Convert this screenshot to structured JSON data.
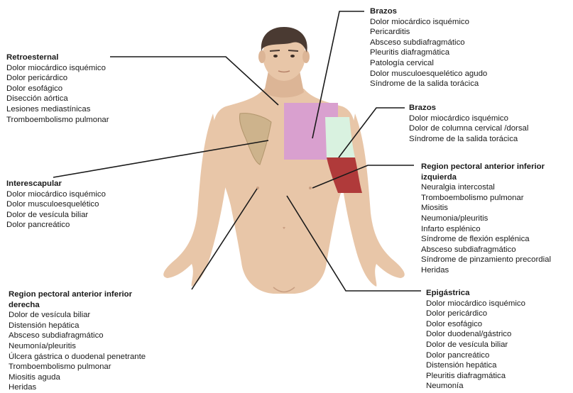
{
  "colors": {
    "skin": "#e8c6a8",
    "skin_shadow": "#d9ad8c",
    "scapula": "#c9b088",
    "region_pink": "#d9a0cf",
    "region_green": "#d9f2e0",
    "region_red": "#b03a3a",
    "hair": "#4a3a32",
    "line": "#1a1a1a"
  },
  "groups": {
    "retroesternal": {
      "title": "Retroesternal",
      "items": [
        "Dolor miocárdico isquémico",
        "Dolor pericárdico",
        "Dolor esofágico",
        "Disección aórtica",
        "Lesiones mediastínicas",
        "Tromboembolismo pulmonar"
      ]
    },
    "interescapular": {
      "title": "Interescapular",
      "items": [
        "Dolor miocárdico isquémico",
        "Dolor musculoesquelético",
        "Dolor de vesícula biliar",
        "Dolor pancreático"
      ]
    },
    "pectoral_derecha": {
      "title_lines": [
        "Region pectoral anterior inferior",
        "derecha"
      ],
      "items": [
        "Dolor de vesícula biliar",
        "Distensión hepática",
        "Absceso subdiafragmático",
        "Neumonía/pleuritis",
        "Úlcera gástrica o duodenal penetrante",
        "Tromboembolismo pulmonar",
        "Miositis aguda",
        "Heridas"
      ]
    },
    "brazos_1": {
      "title": "Brazos",
      "items": [
        "Dolor miocárdico isquémico",
        "Pericarditis",
        "Absceso subdiafragmático",
        "Pleuritis diafragmática",
        "Patología cervical",
        "Dolor musculoesquelético agudo",
        "Síndrome de la salida torácica"
      ]
    },
    "brazos_2": {
      "title": "Brazos",
      "items": [
        "Dolor miocárdico isquémico",
        "Dolor de columna cervical /dorsal",
        "Síndrome de la salida torácica"
      ]
    },
    "pectoral_izquierda": {
      "title_lines": [
        "Region pectoral anterior inferior",
        "izquierda"
      ],
      "items": [
        "Neuralgia intercostal",
        "Tromboembolismo pulmonar",
        "Miositis",
        "Neumonia/pleuritis",
        "Infarto esplénico",
        "Síndrome de flexión esplénica",
        "Absceso subdiafragmático",
        "Síndrome de pinzamiento precordial",
        "Heridas"
      ]
    },
    "epigastrica": {
      "title": "Epigástrica",
      "items": [
        "Dolor miocárdico isquémico",
        "Dolor pericárdico",
        "Dolor esofágico",
        "Dolor duodenal/gástrico",
        "Dolor de vesícula biliar",
        "Dolor pancreático",
        "Distensión hepática",
        "Pleuritis diafragmática",
        "Neumonía"
      ]
    }
  }
}
